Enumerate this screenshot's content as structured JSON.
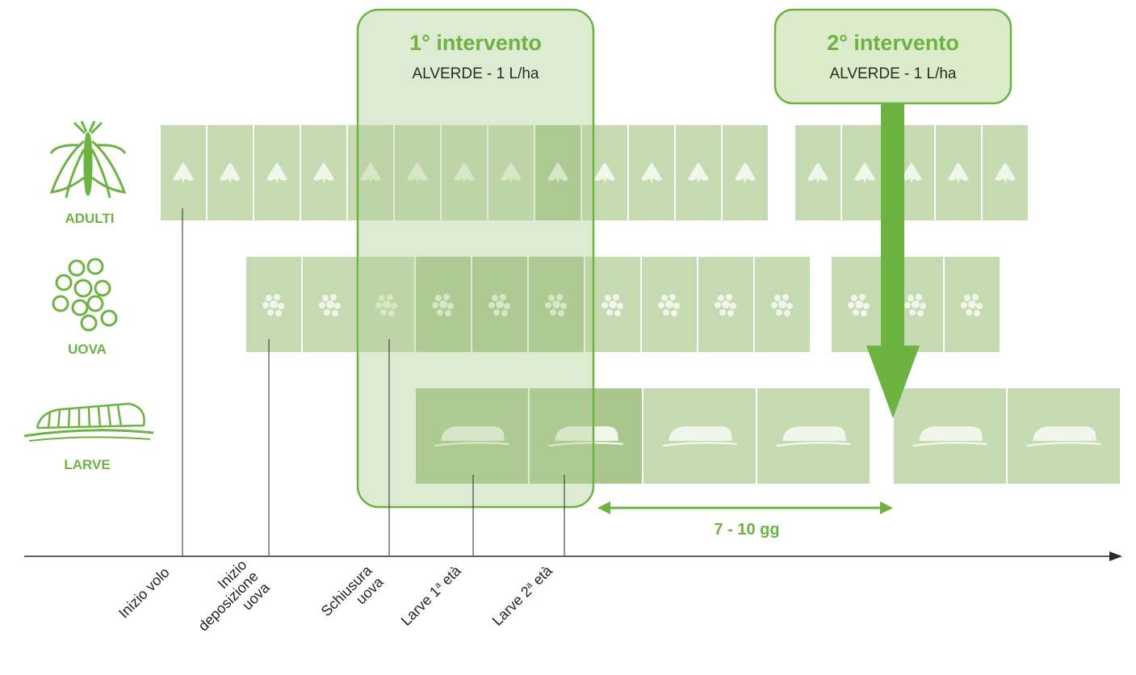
{
  "stages": [
    {
      "id": "adulti",
      "label": "ADULTI",
      "icon": "moth-icon"
    },
    {
      "id": "uova",
      "label": "UOVA",
      "icon": "eggs-icon"
    },
    {
      "id": "larve",
      "label": "LARVE",
      "icon": "caterpillar-icon"
    }
  ],
  "interventions": [
    {
      "title": "1° intervento",
      "product": "ALVERDE - 1 L/ha"
    },
    {
      "title": "2° intervento",
      "product": "ALVERDE - 1 L/ha"
    }
  ],
  "interval_label": "7 - 10 gg",
  "timeline_labels": [
    {
      "lines": [
        "Inizio volo"
      ]
    },
    {
      "lines": [
        "Inizio",
        "deposizione",
        "uova"
      ]
    },
    {
      "lines": [
        "Schiusura",
        "uova"
      ]
    },
    {
      "lines": [
        "Larve 1",
        "a",
        " età"
      ]
    },
    {
      "lines": [
        "Larve 2",
        "a",
        " età"
      ]
    }
  ],
  "colors": {
    "accent": "#6db342",
    "cell": "#c6dab1",
    "cell_dark": "#a9c78d",
    "line": "#2a2a2a"
  }
}
